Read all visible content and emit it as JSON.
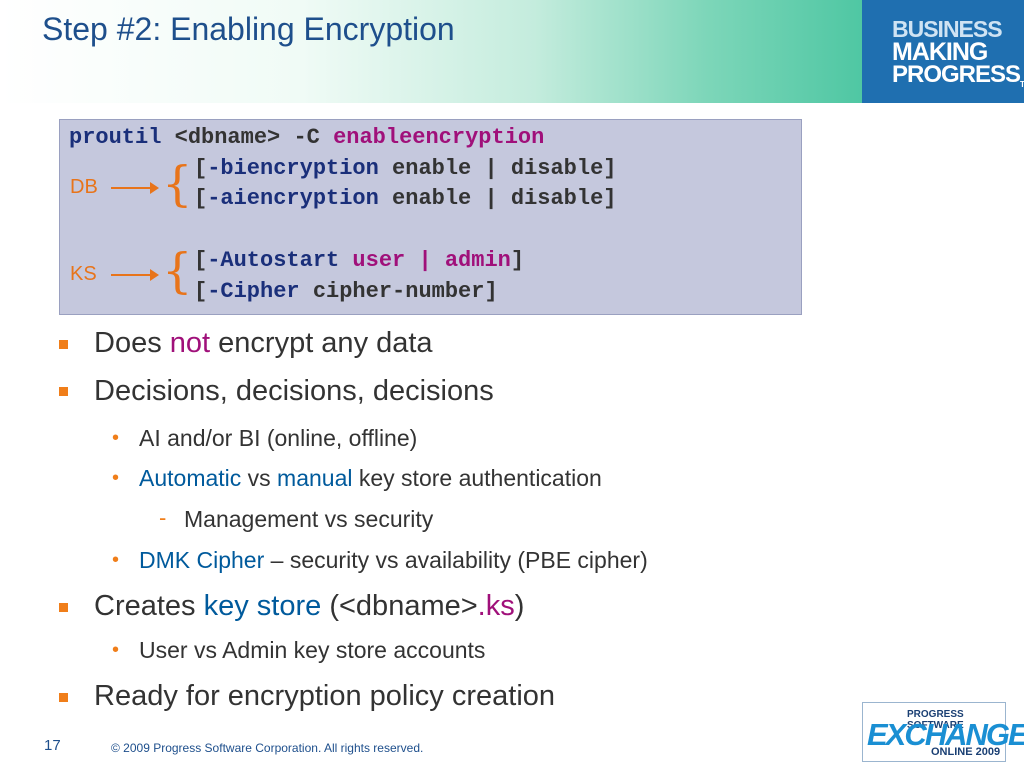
{
  "header": {
    "title": "Step #2: Enabling Encryption",
    "brand_lines": [
      "BUSINESS",
      "MAKING",
      "PROGRESS"
    ],
    "brand_tm": "TM"
  },
  "code": {
    "line1": {
      "cmd": "proutil",
      "arg": "<dbname>",
      "flag": "-C",
      "verb": "enableencryption"
    },
    "line2": {
      "open": "[",
      "opt": "-biencryption",
      "rest": " enable | disable]"
    },
    "line3": {
      "open": "[",
      "opt": "-aiencryption",
      "rest": " enable | disable]"
    },
    "line4": {
      "open": "[",
      "opt": "-Autostart",
      "mid": " user | admin",
      "close": "]"
    },
    "line5": {
      "open": "[",
      "opt": "-Cipher",
      "rest": " cipher-number]"
    },
    "label_db": "DB",
    "label_ks": "KS",
    "brace": "{"
  },
  "bullets": {
    "b1": {
      "pre": "Does ",
      "em": "not",
      "post": " encrypt any data"
    },
    "b2": "Decisions, decisions, decisions",
    "b2a": "AI and/or BI  (online, offline)",
    "b2b": {
      "em1": "Automatic",
      "mid": " vs ",
      "em2": "manual",
      "post": " key store authentication"
    },
    "b2b1": "Management vs security",
    "b2c": {
      "em": "DMK Cipher",
      "post": " – security vs availability (PBE cipher)"
    },
    "b3": {
      "pre": "Creates ",
      "em": "key store",
      "mid": " (<dbname>",
      "ext": ".ks",
      "post": ")"
    },
    "b3a": "User vs Admin key store accounts",
    "b4": "Ready for encryption policy creation"
  },
  "markers": {
    "dot": "•",
    "dash": "-"
  },
  "footer": {
    "page": "17",
    "copyright": "© 2009 Progress Software Corporation. All rights reserved."
  },
  "logo": {
    "top": "PROGRESS SOFTWARE",
    "main": "EXCHANGE",
    "bottom_text": "ONLINE",
    "bottom_year": "2009"
  },
  "colors": {
    "title": "#1e4f8c",
    "brand_bg": "#1f6fb0",
    "accent_orange": "#f07e1a",
    "code_bg": "#c5c8dd",
    "emphasis_blue": "#005a9c",
    "emphasis_magenta": "#a0107a"
  }
}
